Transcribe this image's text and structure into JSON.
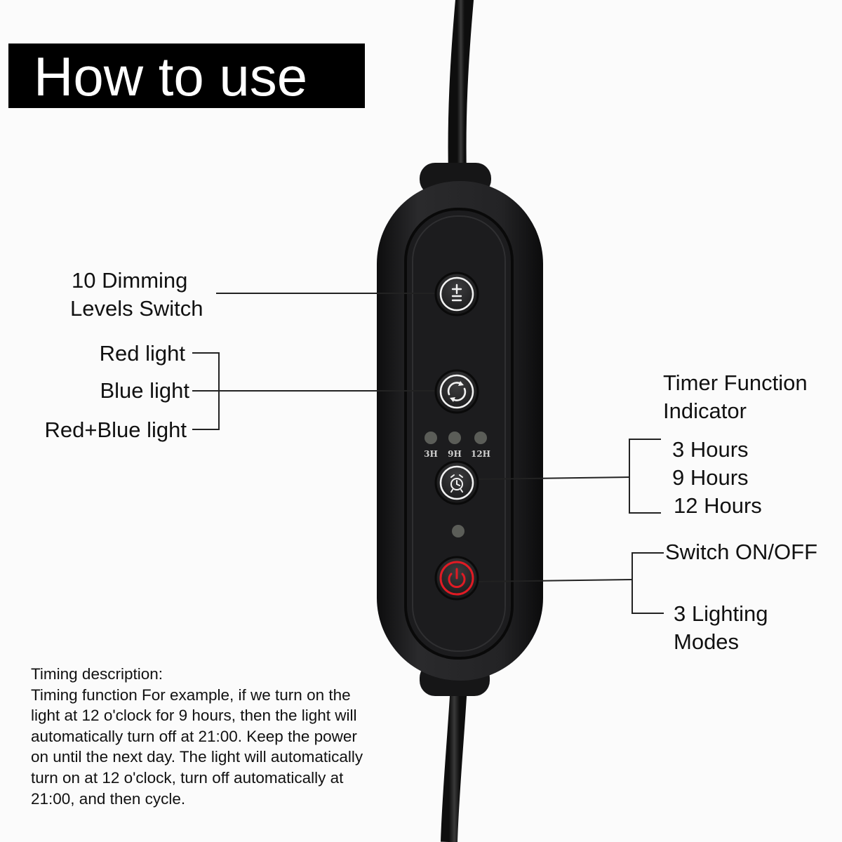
{
  "title": "How to use",
  "controller": {
    "buttons": {
      "dimming": "plus-minus-icon",
      "mode": "cycle-arrows-icon",
      "timer": "alarm-clock-icon",
      "power": "power-icon"
    },
    "timer_marks": [
      "3H",
      "9H",
      "12H"
    ],
    "colors": {
      "body": "#1c1c1e",
      "power_red": "#e01b24",
      "led_off": "#5b5d58"
    }
  },
  "labels": {
    "dimming_line1": "10 Dimming",
    "dimming_line2": "Levels Switch",
    "red_light": "Red light",
    "blue_light": "Blue light",
    "red_blue_light": "Red+Blue light",
    "timer_title_line1": "Timer Function",
    "timer_title_line2": "Indicator",
    "hours_3": "3 Hours",
    "hours_9": "9 Hours",
    "hours_12": "12 Hours",
    "switch": "Switch ON/OFF",
    "lighting_line1": "3 Lighting",
    "lighting_line2": "Modes"
  },
  "timing": {
    "heading": "Timing description:",
    "lines": [
      "Timing function For example, if we turn on the",
      "light at 12 o'clock for 9 hours, then the light will",
      "automatically turn off at 21:00. Keep the power",
      "on until the next day. The light will automatically",
      "turn on at 12 o'clock, turn off automatically at",
      "21:00, and then cycle."
    ]
  }
}
